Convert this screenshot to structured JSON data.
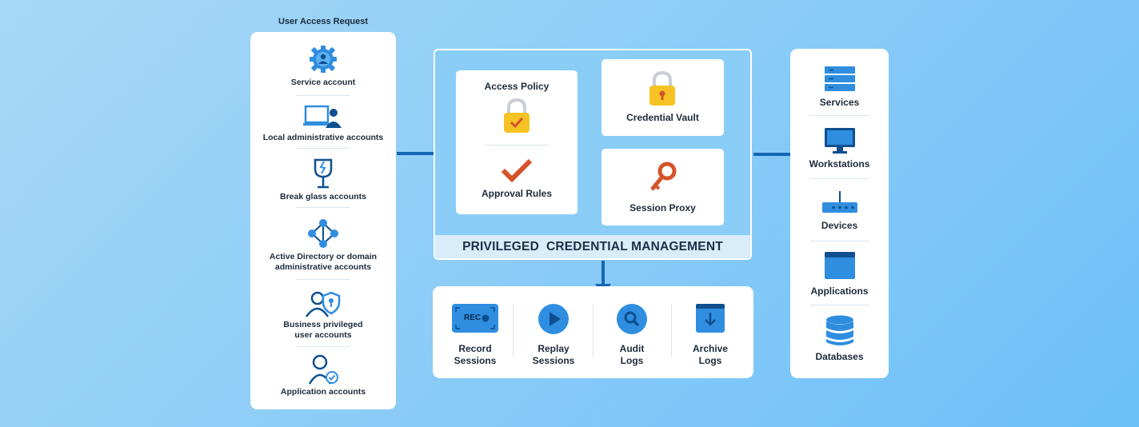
{
  "left": {
    "title": "User Access Request",
    "items": [
      {
        "label": "Service account",
        "icon": "gear-user-icon"
      },
      {
        "label": "Local administrative accounts",
        "icon": "laptop-user-icon"
      },
      {
        "label": "Break glass accounts",
        "icon": "broken-glass-icon"
      },
      {
        "label": "Active Directory or domain administrative accounts",
        "line1": "Active Directory or domain",
        "line2": "administrative accounts",
        "icon": "network-icon"
      },
      {
        "label": "Business privileged user accounts",
        "line1": "Business privileged",
        "line2": "user accounts",
        "icon": "user-shield-icon"
      },
      {
        "label": "Application accounts",
        "icon": "user-check-icon"
      }
    ]
  },
  "center": {
    "access_policy": "Access Policy",
    "approval_rules": "Approval Rules",
    "credential_vault": "Credential Vault",
    "session_proxy": "Session Proxy",
    "footer": "PRIVILEGED  CREDENTIAL MANAGEMENT"
  },
  "bottom": {
    "items": [
      {
        "line1": "Record",
        "line2": "Sessions",
        "icon": "record-icon",
        "badge": "REC"
      },
      {
        "line1": "Replay",
        "line2": "Sessions",
        "icon": "play-icon"
      },
      {
        "line1": "Audit",
        "line2": "Logs",
        "icon": "search-icon"
      },
      {
        "line1": "Archive",
        "line2": "Logs",
        "icon": "download-icon"
      }
    ]
  },
  "right": {
    "items": [
      {
        "label": "Services",
        "icon": "server-icon"
      },
      {
        "label": "Workstations",
        "icon": "monitor-icon"
      },
      {
        "label": "Devices",
        "icon": "router-icon"
      },
      {
        "label": "Applications",
        "icon": "app-window-icon"
      },
      {
        "label": "Databases",
        "icon": "database-icon"
      }
    ]
  },
  "colors": {
    "accent": "#1467b5",
    "icon_blue": "#2f8ee0",
    "lock_yellow": "#f6c325",
    "check_orange": "#d4542a"
  }
}
